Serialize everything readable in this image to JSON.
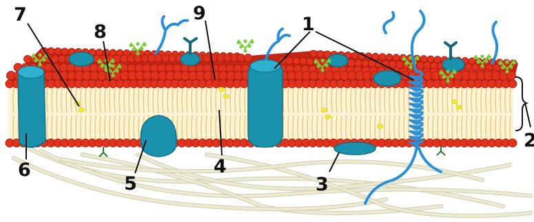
{
  "callouts": [
    {
      "id": "1",
      "label": "1"
    },
    {
      "id": "2",
      "label": "2"
    },
    {
      "id": "3",
      "label": "3"
    },
    {
      "id": "4",
      "label": "4"
    },
    {
      "id": "5",
      "label": "5"
    },
    {
      "id": "6",
      "label": "6"
    },
    {
      "id": "7",
      "label": "7"
    },
    {
      "id": "8",
      "label": "8"
    },
    {
      "id": "9",
      "label": "9"
    }
  ],
  "colors": {
    "head_fill": "#e0321c",
    "head_stroke": "#a41a0c",
    "top_surface": "#c42414",
    "tail": "#e8c878",
    "protein": "#1b92ad",
    "protein_dark": "#0f6f87",
    "cholesterol": "#f2ee2a",
    "glycolipid": "#7ccf3c",
    "glycoprotein": "#2a8fd6",
    "filament": "#ecebd2",
    "filament_stroke": "#cfcdb0",
    "label": "#111111",
    "line": "#111111"
  }
}
